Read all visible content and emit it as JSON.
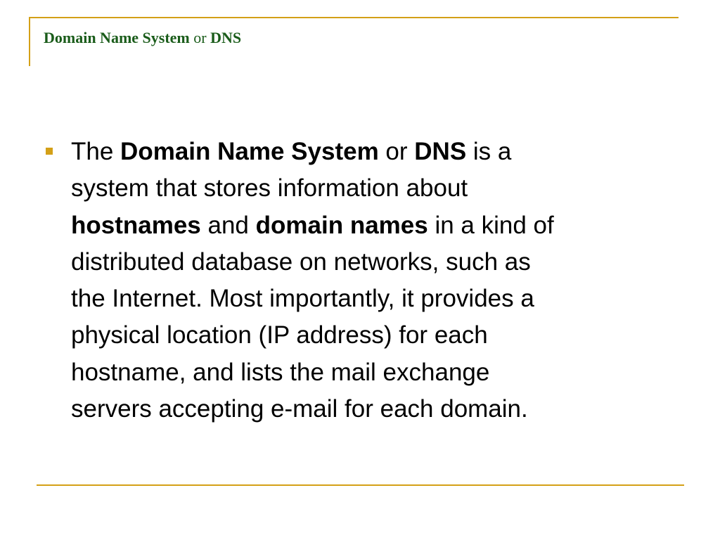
{
  "theme": {
    "accent_color": "#d4a017",
    "title_color": "#1a5c1a",
    "text_color": "#000000",
    "background": "#ffffff"
  },
  "title": {
    "part1": "Domain Name System",
    "part2": " or ",
    "part3": "DNS"
  },
  "bullet": {
    "marker": "square-bullet-icon",
    "lines": {
      "l1_a": "The ",
      "l1_b": "Domain Name System",
      "l1_c": " or ",
      "l1_d": "DNS",
      "l1_e": " is a",
      "l2": "system that stores information about",
      "l3_a": "hostnames",
      "l3_b": " and ",
      "l3_c": "domain names",
      "l3_d": " in a kind of",
      "l4": "distributed database on networks, such as",
      "l5": "the Internet. Most importantly, it provides a",
      "l6": "physical location (IP address) for each",
      "l7": "hostname, and lists the mail exchange",
      "l8": "servers accepting e-mail for each domain."
    }
  }
}
